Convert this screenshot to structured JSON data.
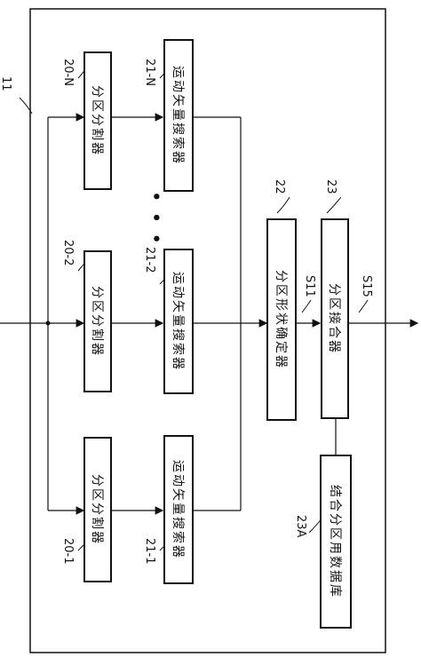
{
  "labels": {
    "device": "11",
    "p20n": "20-N",
    "p202": "20-2",
    "p201": "20-1",
    "m21n": "21-N",
    "m212": "21-2",
    "m211": "21-1",
    "d22": "22",
    "c23": "23",
    "db23a": "23A",
    "s11": "S11",
    "s15": "S15",
    "dots": "• • •"
  },
  "boxes": {
    "partition_divider": "分区分割器",
    "motion_search": "运动矢量搜索器",
    "shape_decider": "分区形状确定器",
    "partition_combiner": "分区接合器",
    "combine_db": "结合分区用数据库"
  }
}
